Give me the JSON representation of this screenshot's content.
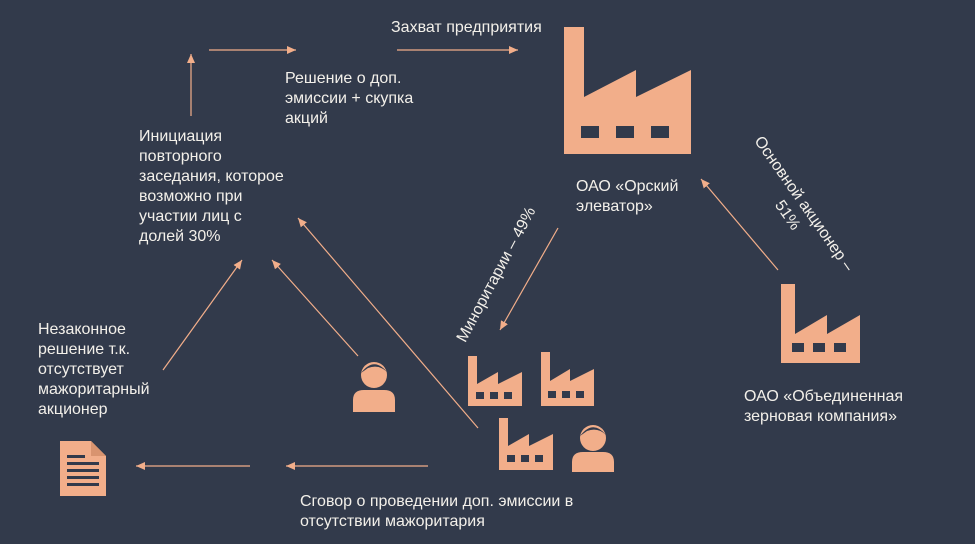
{
  "colors": {
    "background": "#323a4b",
    "accent": "#f2ae8a",
    "text": "#f3f0ea"
  },
  "labels": {
    "takeover": "Захват предприятия",
    "decision": "Решение о доп.\nэмиссии + скупка\nакций",
    "initiation": "Инициация\nповторного\nзаседания, которое\nвозможно при\nучастии лиц с\nдолей 30%",
    "illegal": "Незаконное\nрешение т.к.\nотсутствует\nмажоритарный\nакционер",
    "conspiracy": "Сговор о проведении доп. эмиссии в\nотсутствии мажоритария",
    "orsk": "ОАО «Орский\nэлеватор»",
    "ozk": "ОАО «Объединенная\nзерновая компания»",
    "minority": "Миноритарии – 49%",
    "major": "Основной акционер –\n51%"
  },
  "icons": [
    "factory-icon-large",
    "factory-icon-medium",
    "factory-icon-small-left",
    "factory-icon-small-right",
    "factory-icon-small-bottom",
    "person-icon-left",
    "person-icon-right",
    "document-icon"
  ]
}
